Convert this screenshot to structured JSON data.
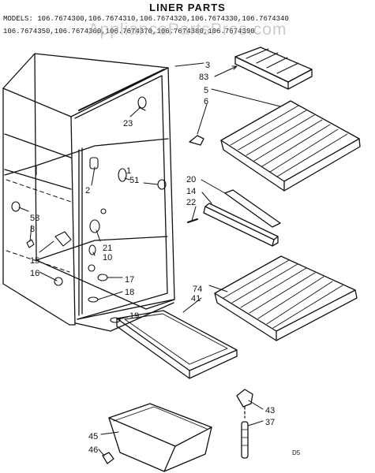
{
  "header": {
    "title": "LINER PARTS",
    "models_line1": "MODELS: 106.7674300,106.7674310,106.7674320,106.7674330,106.7674340",
    "models_line2": "106.7674350,106.7674360,106.7674370,106.7674380,106.7674390"
  },
  "watermark": "AppliancePartsPros.com",
  "callouts": {
    "p3": "3",
    "p83": "83",
    "p5": "5",
    "p6": "6",
    "p23": "23",
    "p1": "1",
    "p51": "51",
    "p2": "2",
    "p20": "20",
    "p14": "14",
    "p22": "22",
    "p58": "58",
    "p8": "8",
    "p21": "21",
    "p10": "10",
    "p15": "15",
    "p16": "16",
    "p17": "17",
    "p18": "18",
    "p19": "19",
    "p74": "74",
    "p41": "41",
    "p45": "45",
    "p46": "46",
    "p43": "43",
    "p37": "37"
  },
  "page_code": "D5"
}
